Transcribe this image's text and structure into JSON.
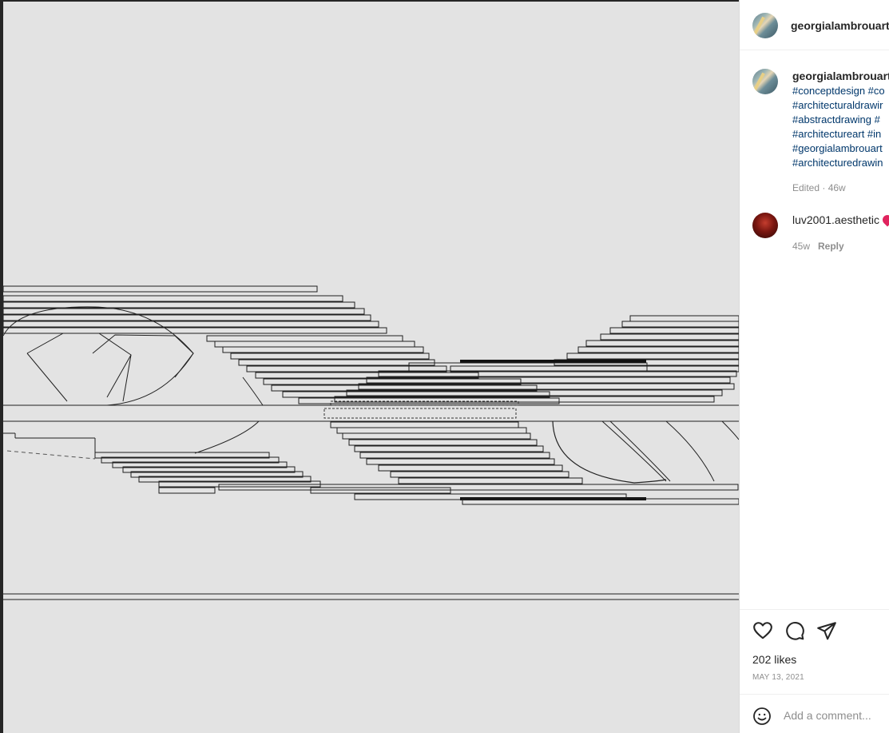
{
  "post": {
    "author": "georgialambrouart",
    "caption_tags": [
      "#conceptdesign #co",
      "#architecturaldrawir",
      "#abstractdrawing #",
      "#architectureart #in",
      "#georgialambrouart",
      "#architecturedrawin"
    ],
    "caption_meta": "Edited · 46w",
    "likes": "202 likes",
    "date": "MAY 13, 2021"
  },
  "comments": [
    {
      "username": "luv2001.aesthetic",
      "time": "45w",
      "reply_label": "Reply"
    }
  ],
  "comment_box": {
    "placeholder": "Add a comment..."
  },
  "icons": {
    "like": "heart-icon",
    "comment": "comment-icon",
    "share": "share-icon",
    "emoji": "emoji-icon"
  },
  "colors": {
    "link": "#00376b",
    "text": "#262626",
    "muted": "#8e8e8e",
    "photo_background": "#e3e3e3"
  }
}
